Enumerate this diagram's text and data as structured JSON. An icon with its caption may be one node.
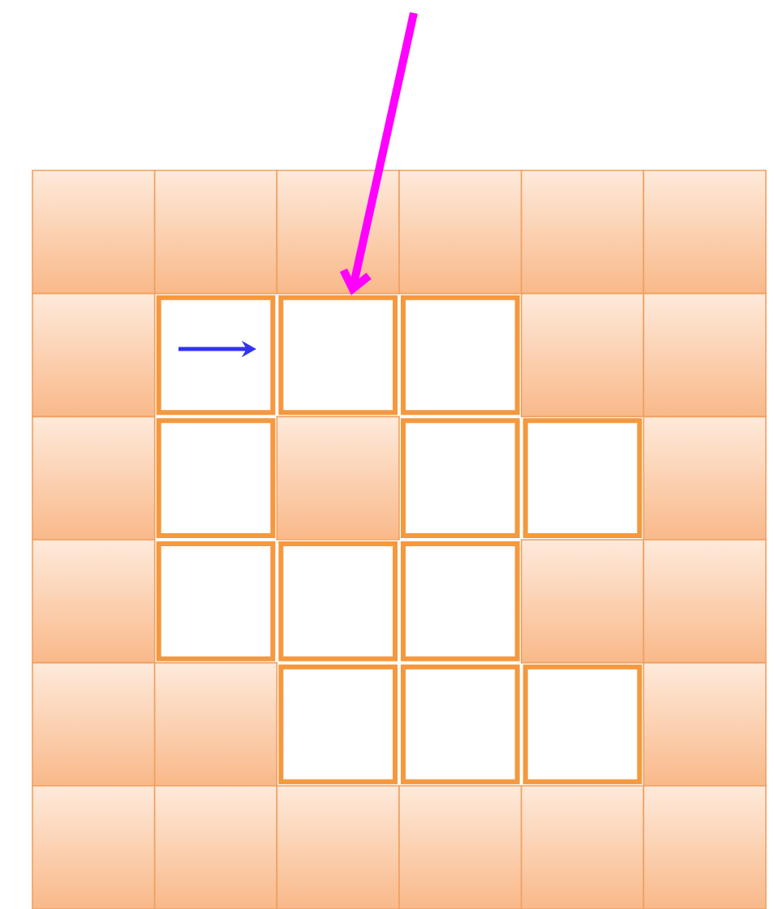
{
  "diagram": {
    "nodes": [
      {
        "text": [],
        "shape": "box"
      },
      {
        "text": [],
        "shape": "box"
      },
      {
        "text": [],
        "shape": "box"
      },
      {
        "text": [],
        "shape": "box"
      },
      {
        "text": [],
        "shape": "box"
      },
      {
        "text": [],
        "shape": "box"
      },
      {
        "text": [],
        "shape": "box"
      },
      {
        "text": [],
        "shape": "box"
      },
      {
        "text": [],
        "shape": "box"
      },
      {
        "text": [],
        "shape": "box"
      },
      {
        "text": [],
        "shape": "box"
      },
      {
        "text": [],
        "shape": "box"
      }
    ],
    "edges": [
      {
        "from": null,
        "to": 1,
        "arrow": "to",
        "color": "#ff00ff"
      }
    ]
  }
}
